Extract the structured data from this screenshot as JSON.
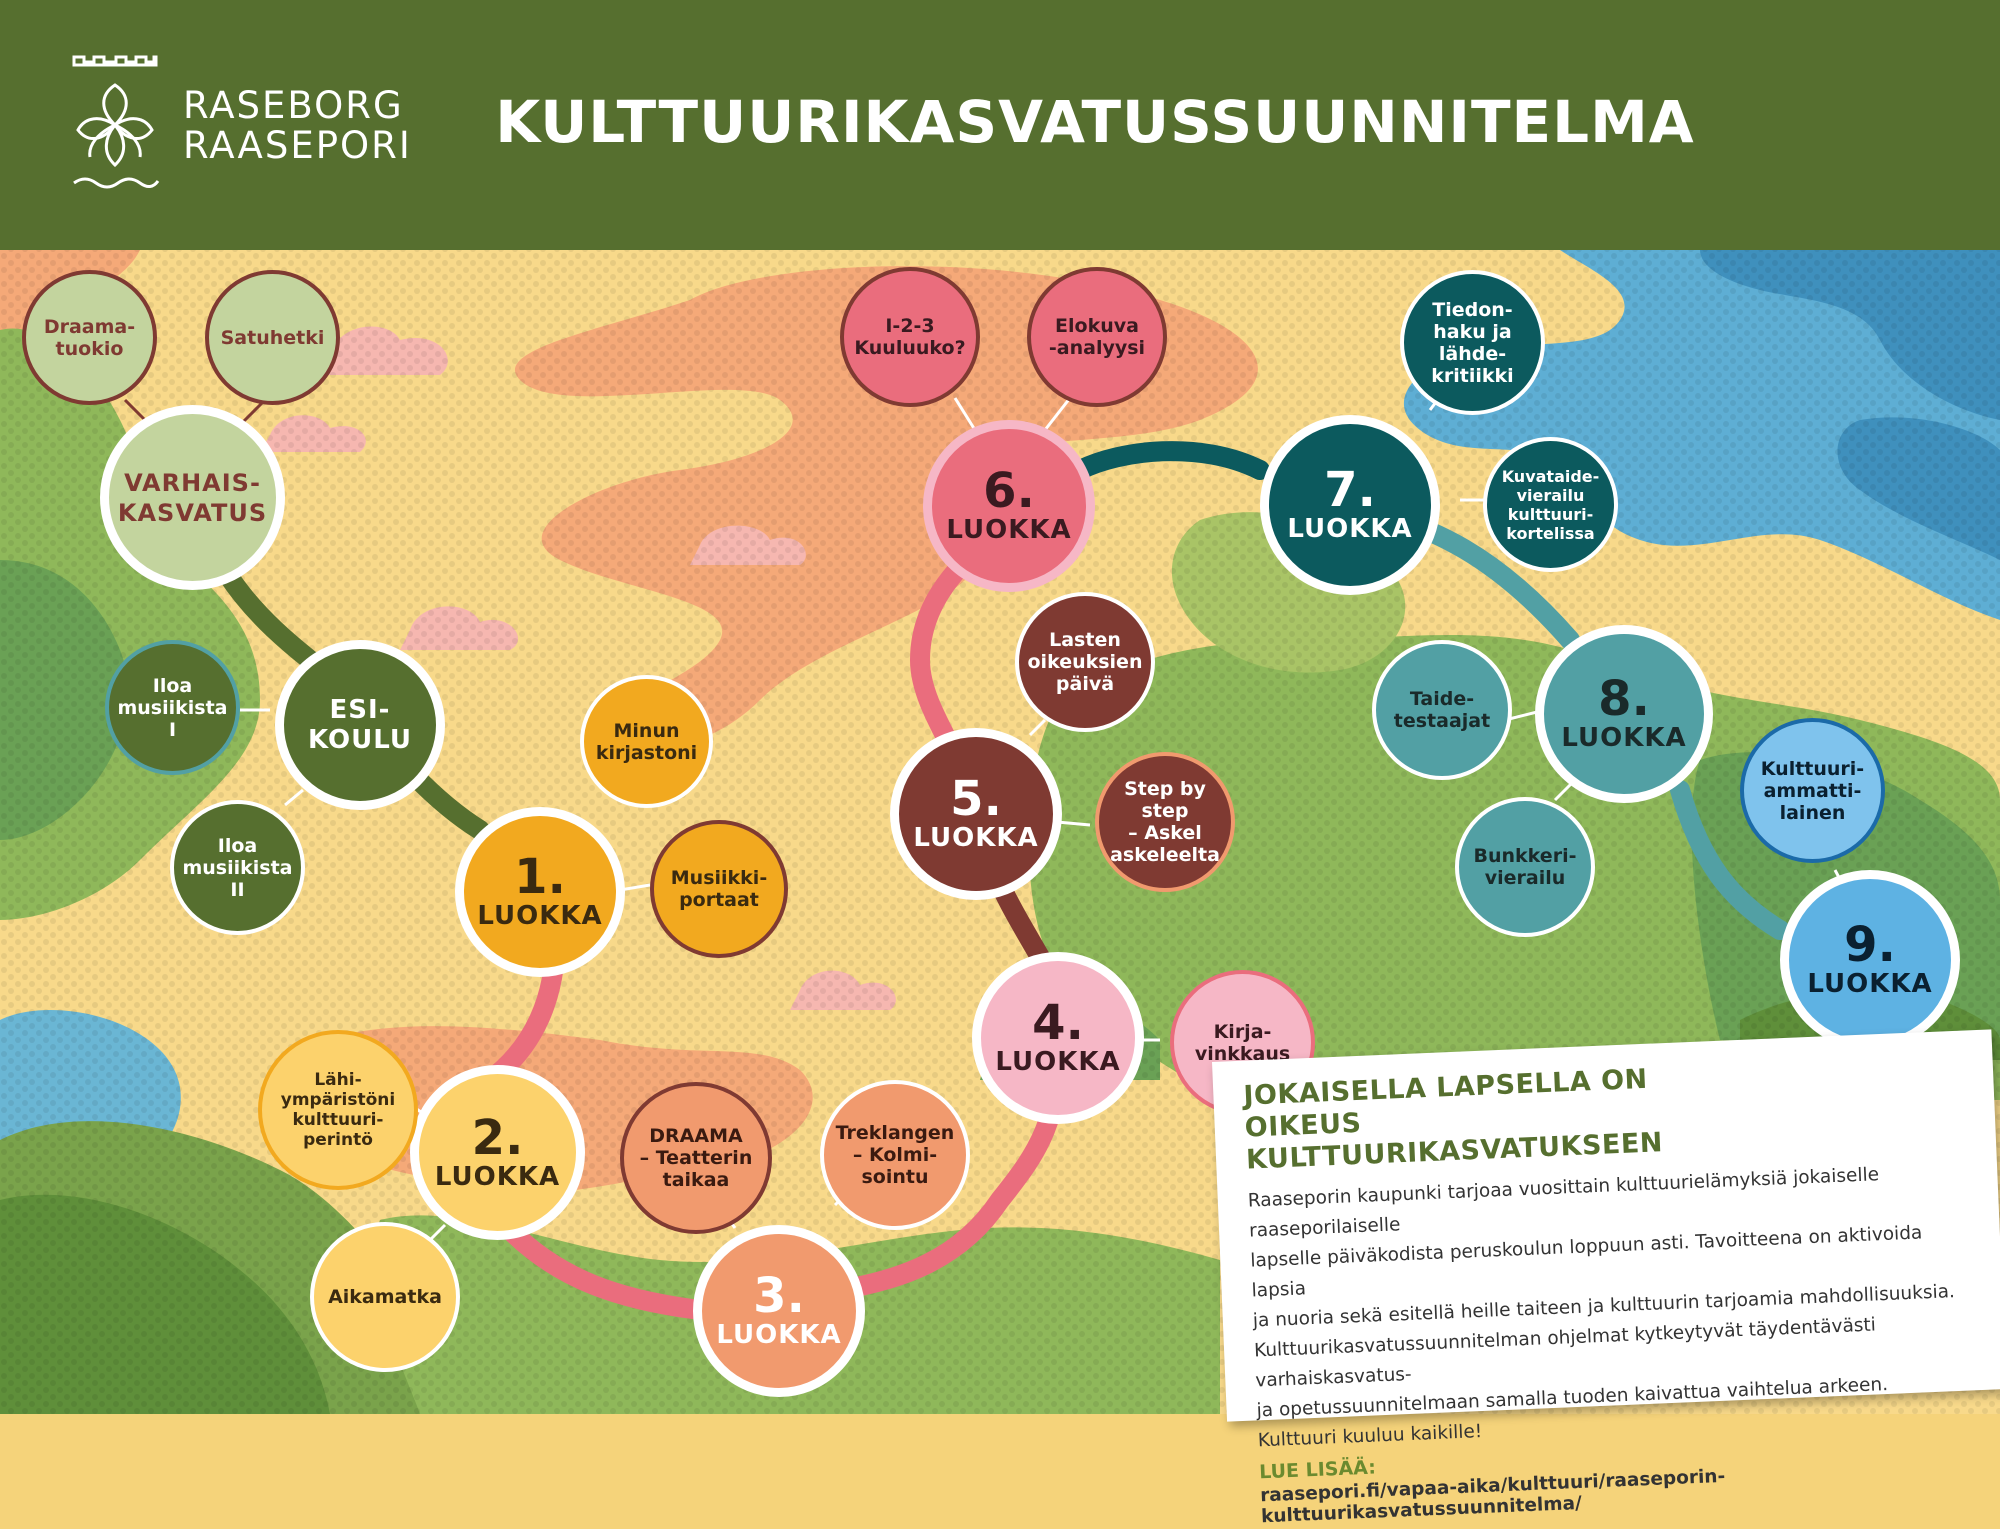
{
  "header": {
    "logo_line1": "RASEBORG",
    "logo_line2": "RAASEPORI",
    "title": "KULTTUURIKASVATUSSUUNNITELMA",
    "bg_color": "#566f2f"
  },
  "main_nodes": {
    "varhais": "VARHAIS-\nKASVATUS",
    "esikoulu": "ESI-\nKOULU",
    "g1": {
      "num": "1.",
      "label": "LUOKKA"
    },
    "g2": {
      "num": "2.",
      "label": "LUOKKA"
    },
    "g3": {
      "num": "3.",
      "label": "LUOKKA"
    },
    "g4": {
      "num": "4.",
      "label": "LUOKKA"
    },
    "g5": {
      "num": "5.",
      "label": "LUOKKA"
    },
    "g6": {
      "num": "6.",
      "label": "LUOKKA"
    },
    "g7": {
      "num": "7.",
      "label": "LUOKKA"
    },
    "g8": {
      "num": "8.",
      "label": "LUOKKA"
    },
    "g9": {
      "num": "9.",
      "label": "LUOKKA"
    }
  },
  "satellites": {
    "draamatuokio": "Draama-\ntuokio",
    "satuhetki": "Satuhetki",
    "iloa1": "Iloa\nmusiikista\nI",
    "iloa2": "Iloa\nmusiikista\nII",
    "minun_kirjastoni": "Minun\nkirjastoni",
    "musiikkiportaat": "Musiikki-\nportaat",
    "lahiymparisto": "Lähi-\nympäristöni\nkulttuuri-\nperintö",
    "aikamatka": "Aikamatka",
    "draama_teatterin": "DRAAMA\n– Teatterin\ntaikaa",
    "treklangen": "Treklangen\n– Kolmi-\nsointu",
    "kirjavinkkaus": "Kirja-\nvinkkaus",
    "lasten_oikeuksien": "Lasten\noikeuksien\npäivä",
    "step_by_step": "Step by step\n– Askel\naskeleelta",
    "kuuluuko": "I-2-3\nKuuluuko?",
    "elokuva": "Elokuva\n-analyysi",
    "tiedonhaku": "Tiedon-\nhaku ja\nlähde-\nkritiikki",
    "kuvataide": "Kuvataide-\nvierailu\nkulttuuri-\nkortelissa",
    "taidetestaajat": "Taide-\ntestaajat",
    "bunkkeri": "Bunkkeri-\nvierailu",
    "kulttuuriammattilainen": "Kulttuuri-\nammatti-\nlainen"
  },
  "info": {
    "title": "JOKAISELLA LAPSELLA ON OIKEUS KULTTUURIKASVATUKSEEN",
    "body_lines": [
      "Raaseporin kaupunki tarjoaa vuosittain kulttuurielämyksiä jokaiselle raaseporilaiselle",
      "lapselle päiväkodista peruskoulun loppuun asti. Tavoitteena on aktivoida lapsia",
      "ja nuoria sekä esitellä heille taiteen ja kulttuurin tarjoamia mahdollisuuksia.",
      "Kulttuurikasvatussuunnitelman ohjelmat kytkeytyvät täydentävästi varhaiskasvatus-",
      "ja opetussuunnitelmaan samalla tuoden kaivattua vaihtelua arkeen."
    ],
    "footer": "Kulttuuri kuuluu kaikille!",
    "link_label": "LUE LISÄÄ:",
    "link": "raasepori.fi/vapaa-aika/kulttuuri/raaseporin-kulttuurikasvatussuunnitelma/"
  },
  "colors": {
    "olive": "#566f2f",
    "sage": "#c3d49e",
    "orange": "#f2a91f",
    "light_orange": "#fcd26c",
    "salmon": "#f19a6e",
    "light_pink": "#f6b7c6",
    "maroon": "#7f3a32",
    "pink": "#ea6d7d",
    "dark_teal": "#0c5a5e",
    "teal": "#52a0a4",
    "sky_blue": "#5eb2e3",
    "light_blue": "#7fc3ed"
  }
}
